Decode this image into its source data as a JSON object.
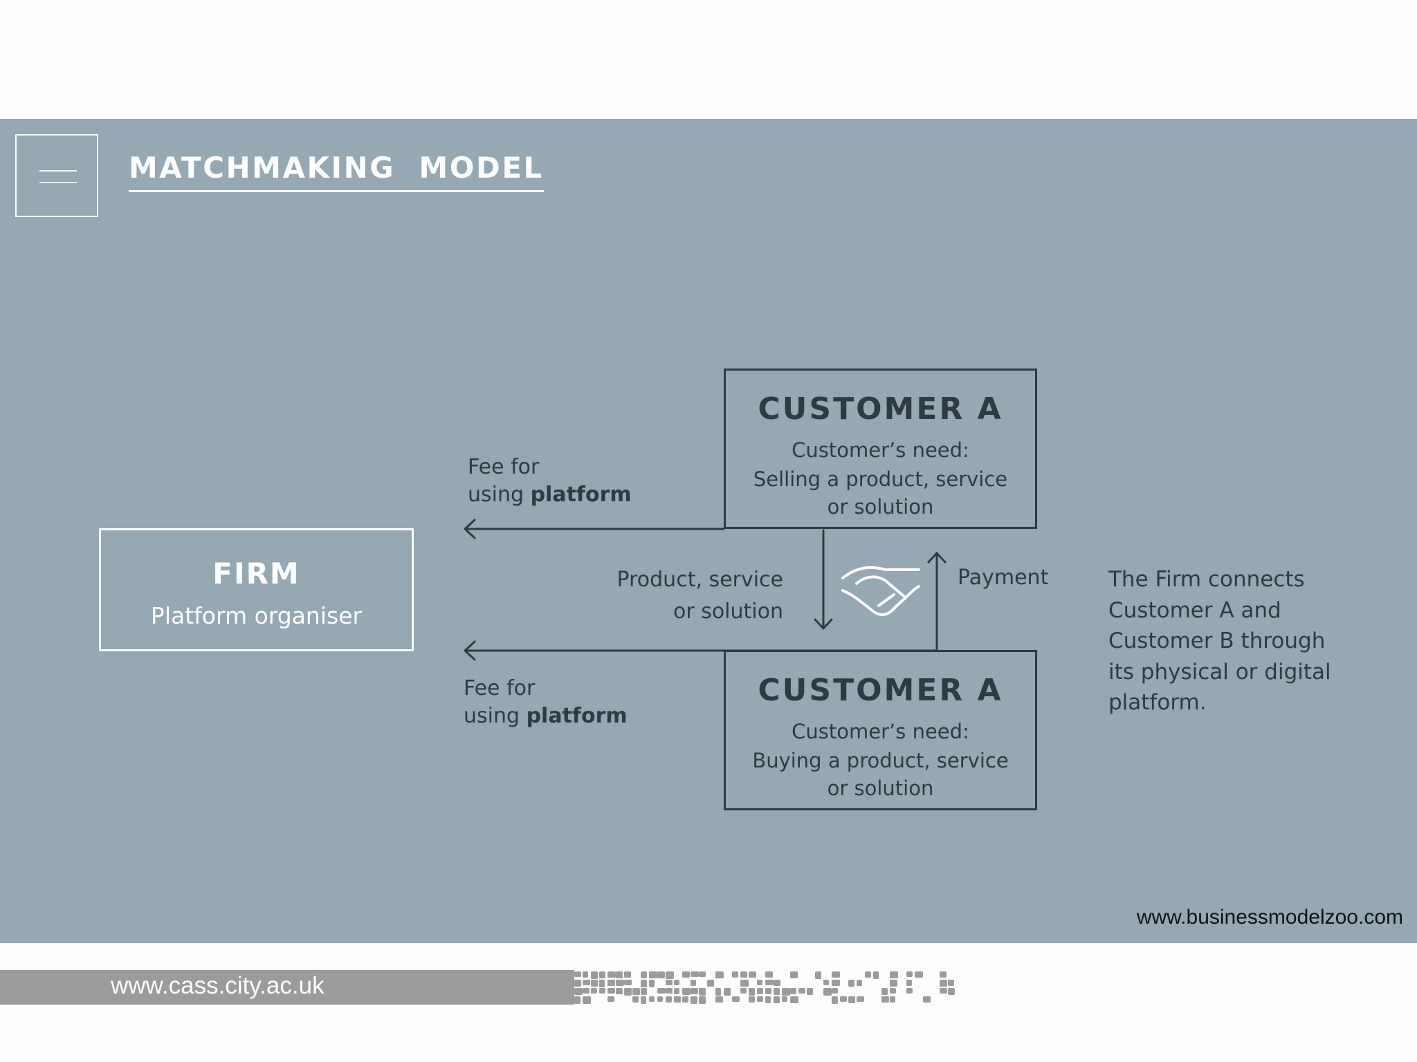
{
  "slide": {
    "title": "MATCHMAKING  MODEL",
    "icons": {
      "menu": "hamburger-menu-icon",
      "handshake": "handshake-icon"
    },
    "firm": {
      "title": "FIRM",
      "subtitle": "Platform organiser"
    },
    "customer_top": {
      "title": "CUSTOMER A",
      "line1": "Customer’s need:",
      "line2": "Selling a product, service",
      "line3": "or solution"
    },
    "customer_bottom": {
      "title": "CUSTOMER A",
      "line1": "Customer’s need:",
      "line2": "Buying a product, service",
      "line3": "or solution"
    },
    "fee_top": {
      "line1": "Fee for",
      "line2_prefix": "using ",
      "line2_bold": "platform"
    },
    "fee_bottom": {
      "line1": "Fee for",
      "line2_prefix": "using ",
      "line2_bold": "platform"
    },
    "product_flow": {
      "line1": "Product, service",
      "line2": "or solution"
    },
    "payment": "Payment",
    "side_note": {
      "line1": "The Firm connects",
      "line2": "Customer A and",
      "line3": "Customer B through",
      "line4": "its physical or digital",
      "line5": "platform."
    },
    "credit": "www.businessmodelzoo.com"
  },
  "footer": {
    "url": "www.cass.city.ac.uk"
  },
  "colors": {
    "slide_bg": "#95a8b3",
    "dark_text": "#2e3b43",
    "light_text": "#ffffff",
    "footer_bar": "#9b9b9e"
  }
}
